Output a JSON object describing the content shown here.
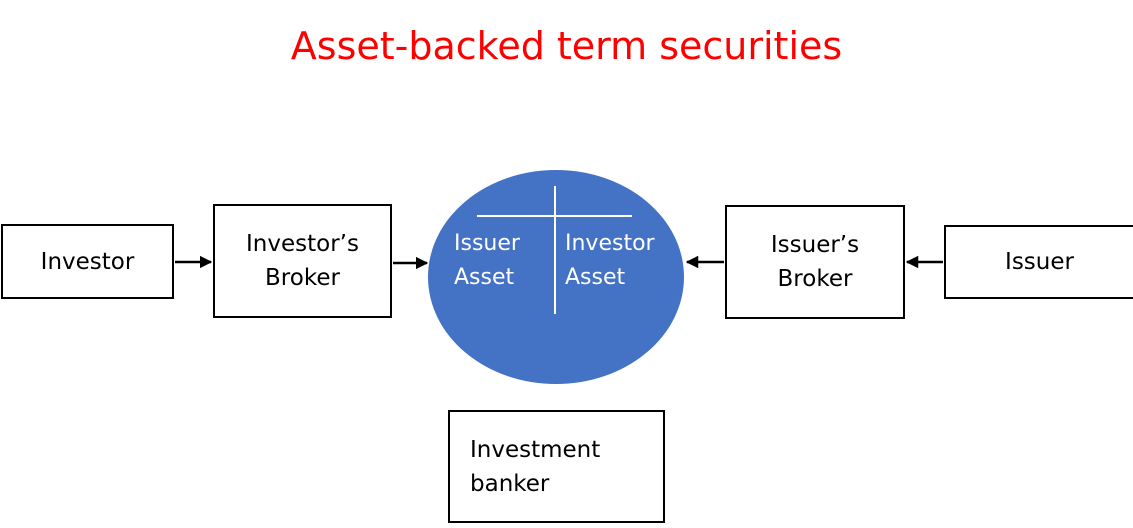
{
  "title": "Asset-backed term securities",
  "nodes": {
    "investor": "Investor",
    "investor_broker": [
      "Investor’s",
      "Broker"
    ],
    "issuer_broker": [
      "Issuer’s",
      "Broker"
    ],
    "issuer": "Issuer",
    "investment_banker": [
      "Investment",
      "banker"
    ]
  },
  "circle": {
    "left_column": [
      "Issuer",
      "Asset"
    ],
    "right_column": [
      "Investor",
      "Asset"
    ]
  },
  "colors": {
    "title": "#ff0000",
    "circle_fill": "#4472c4",
    "circle_text": "#ffffff",
    "box_border": "#000000"
  }
}
